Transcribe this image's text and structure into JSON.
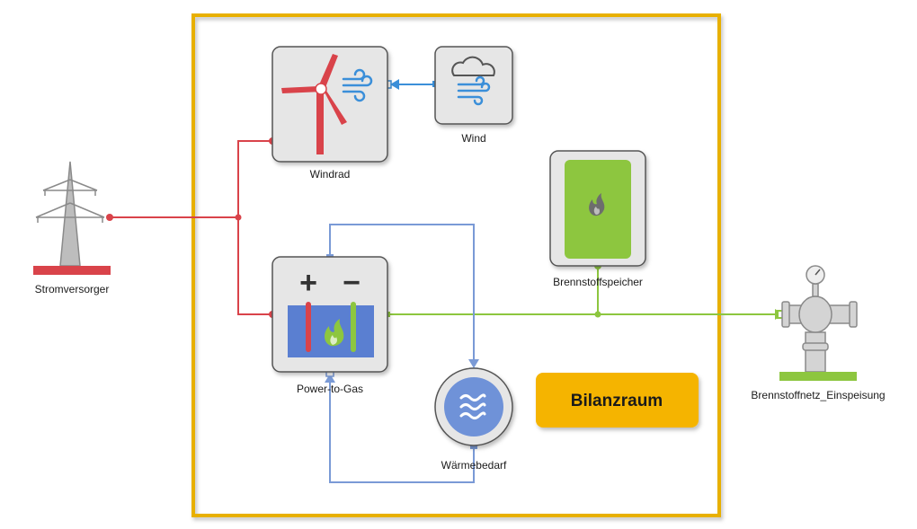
{
  "boundary": {
    "label": "Bilanzraum",
    "badge_color": "#f5b400",
    "border_color": "#e8b000"
  },
  "components": {
    "windrad": {
      "label": "Windrad",
      "icon": "wind-turbine-icon"
    },
    "wind": {
      "label": "Wind",
      "icon": "wind-icon"
    },
    "stromversorger": {
      "label": "Stromversorger",
      "icon": "power-pylon-icon"
    },
    "power_to_gas": {
      "label": "Power-to-Gas",
      "icon": "electrolyzer-icon",
      "plus": "+",
      "minus": "−"
    },
    "brennstoffspeicher": {
      "label": "Brennstoffspeicher",
      "icon": "fuel-tank-icon"
    },
    "waermebedarf": {
      "label": "Wärmebedarf",
      "icon": "heat-demand-icon"
    },
    "brennstoffnetz": {
      "label": "Brennstoffnetz_Einspeisung",
      "icon": "gas-valve-icon"
    }
  },
  "colors": {
    "electric": "#d9434a",
    "fuel": "#8dc63f",
    "heat": "#7a9ad6",
    "wind": "#3b8fd9"
  }
}
